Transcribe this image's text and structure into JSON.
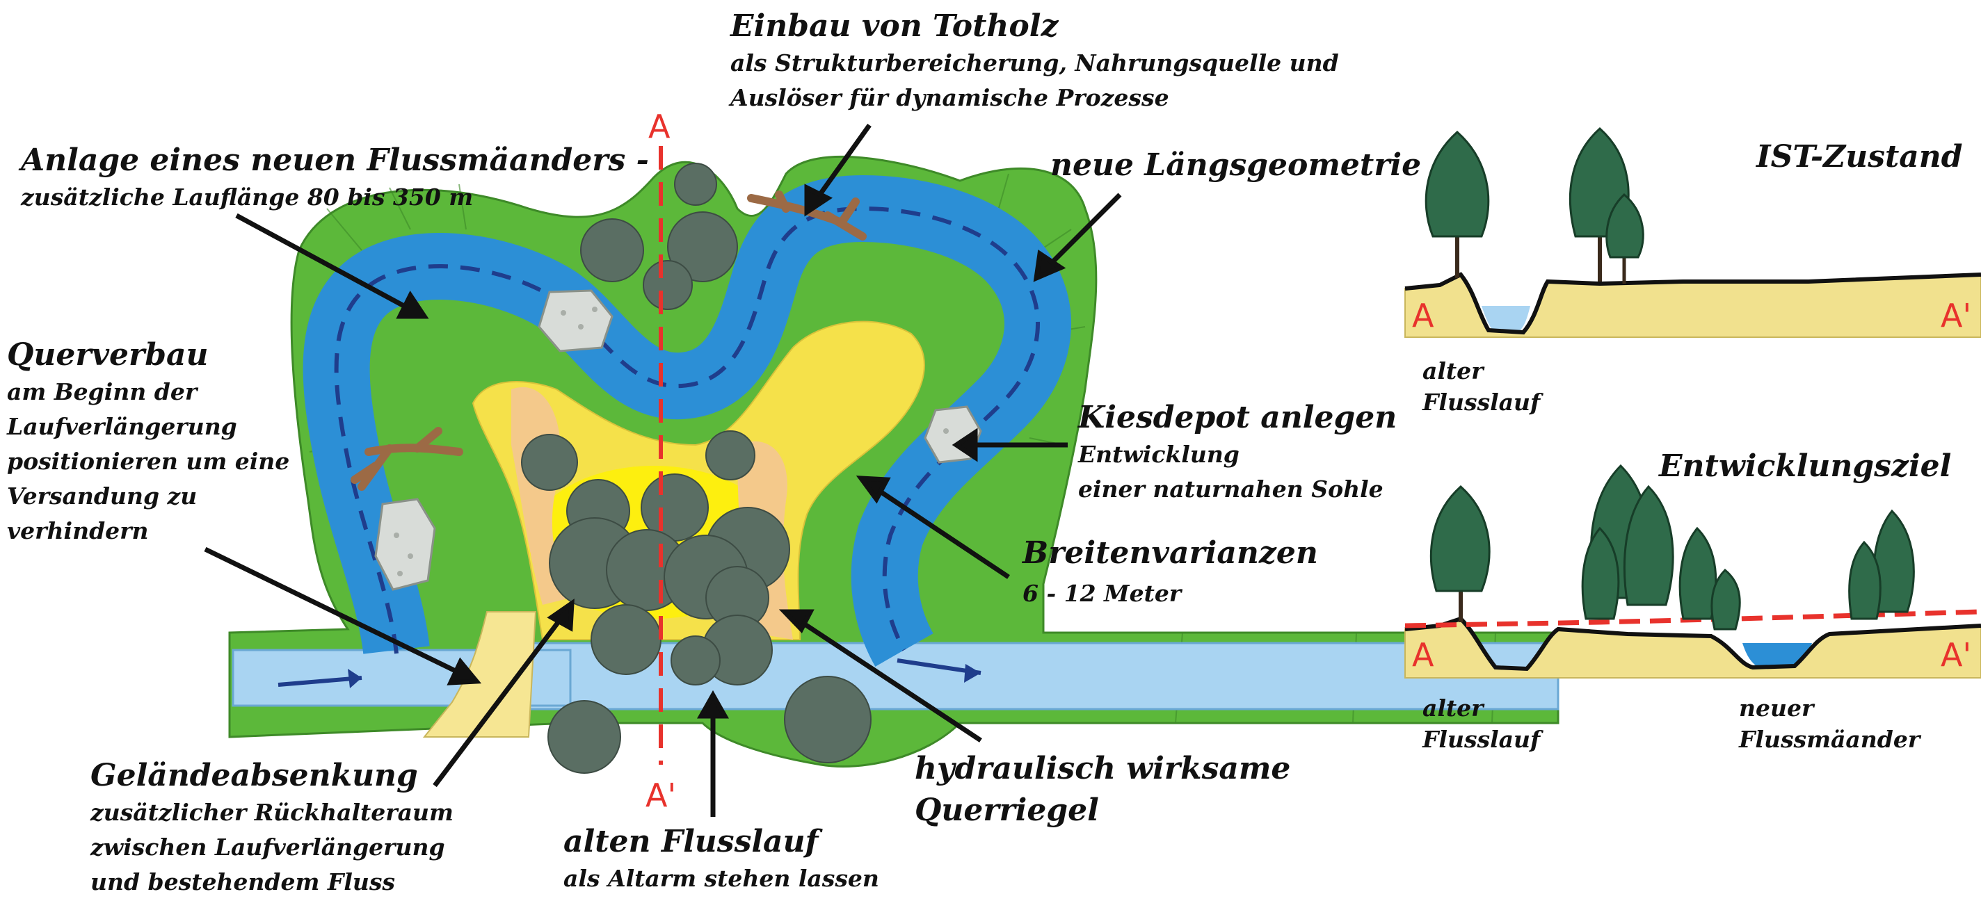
{
  "section_marker_start": "A",
  "section_marker_end": "A'",
  "annotations": {
    "totholz": {
      "title": "Einbau von Totholz",
      "lines": [
        "als Strukturbereicherung, Nahrungsquelle und",
        "Auslöser für dynamische Prozesse"
      ]
    },
    "maeander": {
      "title": "Anlage eines neuen Flussmäanders -",
      "lines": [
        "zusätzliche Lauflänge 80 bis 350 m"
      ]
    },
    "laengsgeometrie": {
      "title": "neue Längsgeometrie",
      "lines": []
    },
    "querverbau": {
      "title": "Querverbau",
      "lines": [
        "am Beginn der",
        "Laufverlängerung",
        "positionieren um eine",
        "Versandung zu",
        "verhindern"
      ]
    },
    "kiesdepot": {
      "title": "Kiesdepot anlegen",
      "lines": [
        "Entwicklung",
        "einer naturnahen Sohle"
      ]
    },
    "breitenvarianzen": {
      "title": "Breitenvarianzen",
      "lines": [
        "6 - 12 Meter"
      ]
    },
    "gelaendeabsenkung": {
      "title": "Geländeabsenkung",
      "lines": [
        "zusätzlicher Rückhalteraum",
        "zwischen Laufverlängerung",
        "und bestehendem Fluss"
      ]
    },
    "altarm": {
      "title": "alten Flusslauf",
      "lines": [
        "als Altarm stehen lassen"
      ]
    },
    "querriegel": {
      "title": "hydraulisch wirksame",
      "lines": [
        "Querriegel"
      ]
    }
  },
  "sections": {
    "ist": {
      "title": "IST-Zustand",
      "label_left": "A",
      "label_right": "A'",
      "caption1": [
        "alter",
        "Flusslauf"
      ]
    },
    "ziel": {
      "title": "Entwicklungsziel",
      "label_left": "A",
      "label_right": "A'",
      "caption1": [
        "alter",
        "Flusslauf"
      ],
      "caption2": [
        "neuer",
        "Flussmäander"
      ]
    }
  },
  "colors": {
    "meadow": "#5cb83a",
    "river_old": "#a9d4f2",
    "river_new": "#2c8fd6",
    "flow_line": "#1f3d8c",
    "floodplain": "#f5e14a",
    "floodplain_core": "#fff200",
    "sand": "#f4c98b",
    "bank_fill": "#f6e693",
    "boulder": "#5a6e63",
    "marker": "#e8322c",
    "tree": "#2f6b4a",
    "grass_strip": "#f1e18e"
  }
}
